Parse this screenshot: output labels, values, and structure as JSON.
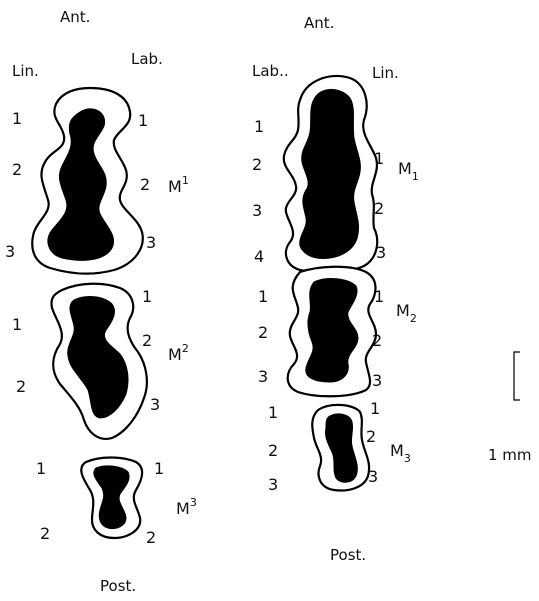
{
  "upper": {
    "anterior": "Ant.",
    "lingual": "Lin.",
    "labial": "Lab.",
    "posterior": "Post.",
    "m1": {
      "base": "M",
      "index": "1",
      "lingual_cusps": [
        "1",
        "2",
        "3"
      ],
      "labial_cusps": [
        "1",
        "2",
        "3"
      ]
    },
    "m2": {
      "base": "M",
      "index": "2",
      "lingual_cusps": [
        "1",
        "2"
      ],
      "labial_cusps": [
        "1",
        "2",
        "3"
      ]
    },
    "m3": {
      "base": "M",
      "index": "3",
      "lingual_cusps": [
        "1",
        "2"
      ],
      "labial_cusps": [
        "1",
        "2"
      ]
    }
  },
  "lower": {
    "anterior": "Ant.",
    "labial": "Lab..",
    "lingual": "Lin.",
    "posterior": "Post.",
    "m1": {
      "base": "M",
      "index": "1",
      "labial_cusps": [
        "1",
        "2",
        "3",
        "4"
      ],
      "lingual_cusps": [
        "1",
        "2",
        "3"
      ]
    },
    "m2": {
      "base": "M",
      "index": "2",
      "labial_cusps": [
        "1",
        "2",
        "3"
      ],
      "lingual_cusps": [
        "1",
        "2",
        "3"
      ]
    },
    "m3": {
      "base": "M",
      "index": "3",
      "labial_cusps": [
        "1",
        "2",
        "3"
      ],
      "lingual_cusps": [
        "1",
        "2",
        "3"
      ]
    }
  },
  "scale_bar": {
    "label": "1 mm"
  }
}
